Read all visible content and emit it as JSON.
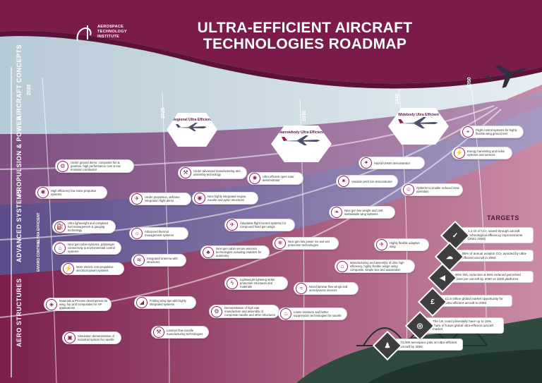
{
  "header": {
    "title_line1": "ULTRA-EFFICIENT AIRCRAFT",
    "title_line2": "TECHNOLOGIES ROADMAP",
    "logo_text": "AEROSPACE TECHNOLOGY INSTITUTE"
  },
  "colors": {
    "plum": "#7a1b4c",
    "band_concepts": "#a8bfcd",
    "band_propulsion": "#8d5a86",
    "band_systems": "#6e5d95",
    "band_structures": "#8c2f5b",
    "ground": "#2f4a3f"
  },
  "years": [
    "2020",
    "2025",
    "2030",
    "2040",
    "2050"
  ],
  "bands": {
    "concepts": "AIRCRAFT CONCEPTS",
    "propulsion": "PROPULSION & POWER",
    "systems": "ADVANCED SYSTEMS",
    "systems_sub1": "ULTRA EFFICIENT",
    "systems_sub2": "ENVIRO CONTROL",
    "structures": "AERO STRUCTURES"
  },
  "concepts": [
    {
      "label": "Regional Ultra Efficient"
    },
    {
      "label": "Narrowbody Ultra Efficient"
    },
    {
      "label": "Widebody Ultra Efficient"
    }
  ],
  "technologies": [
    {
      "text": "Under ground demo: composite fan & gearbox, high performance core & low emission combustor",
      "icon": "engine-icon"
    },
    {
      "text": "High efficiency low noise propulsor systems",
      "icon": "fan-icon"
    },
    {
      "text": "Under propulsion, airframe integration flight demo",
      "icon": "aircraft-icon"
    },
    {
      "text": "Under advanced manufacturing and assembly technology",
      "icon": "robot-arm-icon"
    },
    {
      "text": "Next highly integrated engine, nacelle and pylon structures",
      "icon": "nacelle-icon"
    },
    {
      "text": "Ultra efficient open rotor demonstrator",
      "icon": "rotor-icon"
    },
    {
      "text": "Hybrid UHBR demonstrator",
      "icon": "hybrid-icon"
    },
    {
      "text": "Variable pitch fan demonstrator",
      "icon": "pitch-fan-icon"
    },
    {
      "text": "Next gen low weight and cost sustainable wing systems",
      "icon": "wing-icon"
    },
    {
      "text": "Flight control systems for highly flexible wing ground test",
      "icon": "control-icon"
    },
    {
      "text": "Energy harvesting and noise systems and sensors",
      "icon": "energy-icon"
    },
    {
      "text": "Systems to enable reduced crew operation",
      "icon": "crew-icon"
    },
    {
      "text": "Ultra lightweight and compliant fuel management & gauging technology",
      "icon": "fuel-icon"
    },
    {
      "text": "Advanced thermal management systems",
      "icon": "thermal-icon"
    },
    {
      "text": "Adaptable flight control systems for compound fixed gen wings",
      "icon": "flight-control-icon"
    },
    {
      "text": "Next gen cabin systems, passenger connectivity & environmental control systems",
      "icon": "cabin-icon"
    },
    {
      "text": "More electric non-propulsive electrical power systems",
      "icon": "electric-icon"
    },
    {
      "text": "Integrated antenna with structures",
      "icon": "antenna-icon"
    },
    {
      "text": "Next gen cabin secure avionics technologies including enablers for autonomy",
      "icon": "avionics-icon"
    },
    {
      "text": "Next gen low power ice and wet protection technologies",
      "icon": "ice-icon"
    },
    {
      "text": "Highly flexible adaptive wing",
      "icon": "flex-wing-icon"
    },
    {
      "text": "Manufacturing and assembly of ultra high efficiency, highly flexible wings using composite, simple box and automation",
      "icon": "factory-icon"
    },
    {
      "text": "Materials & Process development for wing, fan and composites for HP applications",
      "icon": "materials-icon"
    },
    {
      "text": "Folding wing tips with highly integrated systems",
      "icon": "wingtip-icon"
    },
    {
      "text": "Lightweight lightning strike protection structures and materials",
      "icon": "lightning-icon"
    },
    {
      "text": "Novel laminar flow wings and aerodynamic devices",
      "icon": "laminar-icon"
    },
    {
      "text": "Demonstration of high rate manufacture and assembly of composite nacelle and other structures",
      "icon": "manufacture-icon"
    },
    {
      "text": "Lower emission and better suppression technologies for nacelle",
      "icon": "emission-icon"
    },
    {
      "text": "Simulation demonstration of industrial system for nacelle",
      "icon": "simulation-icon"
    },
    {
      "text": "Laminar flow nacelle manufacturing technologies",
      "icon": "nacelle-mfg-icon"
    }
  ],
  "targets": {
    "title": "TARGETS",
    "items": [
      {
        "text": "1.2 Gt of CO₂ saved through aircraft technological efficiency improvements (2021-2050)",
        "icon": "co2-icon",
        "glyph": "✓"
      },
      {
        "text": "95% of annual aviation CO₂ avoided by ultra-efficient aircraft in 2050",
        "icon": "cloud-icon",
        "glyph": "☁"
      },
      {
        "text": "90% NOₓ reduction & 65% reduced perceived noise per aircraft by 2050 vs 2000 platforms",
        "icon": "noise-icon",
        "glyph": "◀"
      },
      {
        "text": "£1.6 trillion global market opportunity for ultra-efficient aircraft to 2050",
        "icon": "pound-icon",
        "glyph": "£"
      },
      {
        "text": "The UK could potentially have up to 15% share of future global ultra-efficient aircraft market",
        "icon": "globe-icon",
        "glyph": "◎"
      },
      {
        "text": "73,000 aerospace jobs on ultra-efficient aircraft by 2050",
        "icon": "jobs-icon",
        "glyph": "♟"
      }
    ]
  }
}
